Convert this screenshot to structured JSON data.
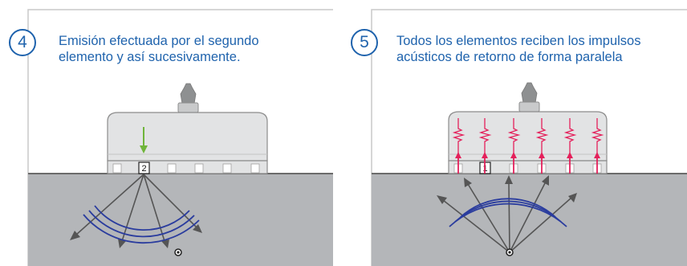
{
  "panels": [
    {
      "step": "4",
      "caption": [
        "Emisión efectuada por el segundo",
        "elemento y así sucesivamente."
      ],
      "element_label": "2"
    },
    {
      "step": "5",
      "caption": [
        "Todos los elementos reciben los impulsos",
        "acústicos de retorno de forma paralela"
      ],
      "element_label": "1"
    }
  ],
  "colors": {
    "caption": "#1f63ad",
    "frame": "#c8c8c8",
    "ground": "#b4b6b9",
    "probe_body": "#e2e3e4",
    "probe_outline": "#8c8c8c",
    "wave": "#2a3c9e",
    "transmit_arrow": "#6fb53a",
    "receive_signal": "#e4205b",
    "ray": "#555555"
  }
}
